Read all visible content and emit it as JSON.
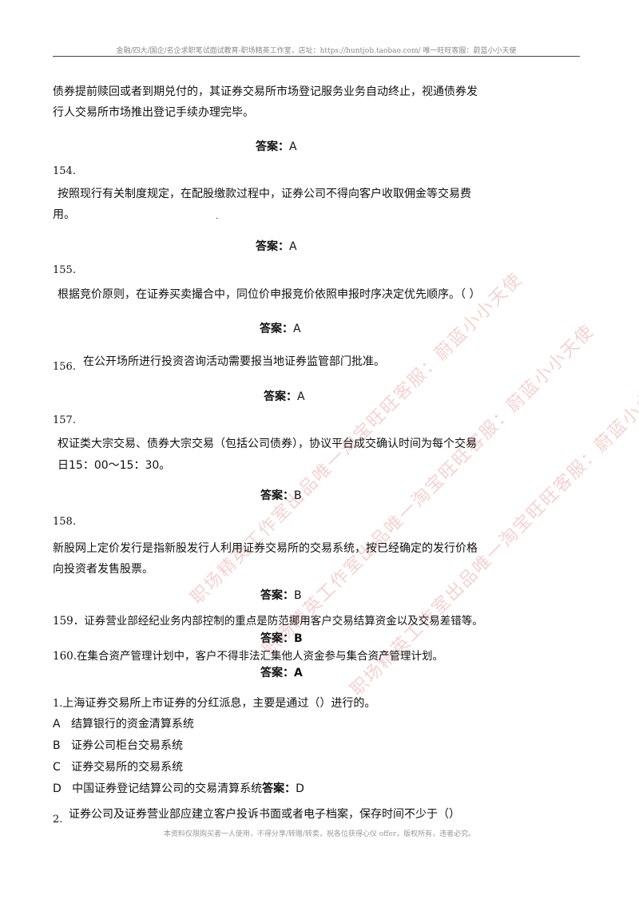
{
  "header": "金融/四大/国企/名企求职笔试面试教育-职场精英工作室，店址：https://huntjob.taobao.com/  唯一旺旺客服：蔚蓝小小天使",
  "footer": "本资料仅限购买者一人使用，不得分享/转赠/转卖，祝各位获得心仪 offer，版权所有，违者必究。",
  "watermarks": [
    "职场精英工作室出品唯一淘宝旺旺客服：蔚蓝小小天使",
    "职场精英工作室出品唯一淘宝旺旺客服：蔚蓝小小天使",
    "职场精英工作室出品唯一淘宝旺旺客服：蔚蓝小小天使"
  ],
  "content": {
    "intro_line1": "债券提前赎回或者到期兑付的，其证券交易所市场登记服务业务自动终止，视通债券发",
    "intro_line2": "行人交易所市场推出登记手续办理完毕。",
    "ans_label": "答案：",
    "q153_ans": "A",
    "q154_num": "154.",
    "q154_line1": "按照现行有关制度规定，在配股缴款过程中，证券公司不得向客户收取佣金等交易费",
    "q154_line2": "用。",
    "q154_ans": "A",
    "q155_num": "155.",
    "q155_line1": "根据竞价原则，在证券买卖撮合中，同位价申报竞价依照申报时序决定优先顺序。（ ）",
    "q155_ans": "A",
    "q156_num": "156.",
    "q156_line1": "在公开场所进行投资咨询活动需要报当地证券监管部门批准。",
    "q156_ans": "A",
    "q157_num": "157.",
    "q157_line1": "权证类大宗交易、债券大宗交易（包括公司债券），协议平台成交确认时间为每个交易",
    "q157_line2": "日15：00～15：30。",
    "q157_ans": "B",
    "q158_num": "158.",
    "q158_line1": "新股网上定价发行是指新股发行人利用证券交易所的交易系统，按已经确定的发行价格",
    "q158_line2": "向投资者发售股票。",
    "q158_ans": "B",
    "q159_line1": "159．证券营业部经纪业务内部控制的重点是防范挪用客户交易结算资金以及交易差错等。",
    "q159_ans": "B",
    "q160_line1": "160.在集合资产管理计划中，客户不得非法汇集他人资金参与集合资产管理计划。",
    "q160_ans": "A",
    "mc1_question": "上海证券交易所上市证券的分红派息，主要是通过（）进行的。",
    "mc1_num": "1.",
    "mc1_options": [
      {
        "letter": "A",
        "text": "结算银行的资金清算系统"
      },
      {
        "letter": "B",
        "text": "证券公司柜台交易系统"
      },
      {
        "letter": "C",
        "text": "证券交易所的交易系统"
      },
      {
        "letter": "D",
        "text": "中国证券登记结算公司的交易清算系统"
      }
    ],
    "mc1_ans": "D",
    "mc2_num": "2.",
    "mc2_question": "证券公司及证券营业部应建立客户投诉书面或者电子档案，保存时间不少于（）"
  }
}
